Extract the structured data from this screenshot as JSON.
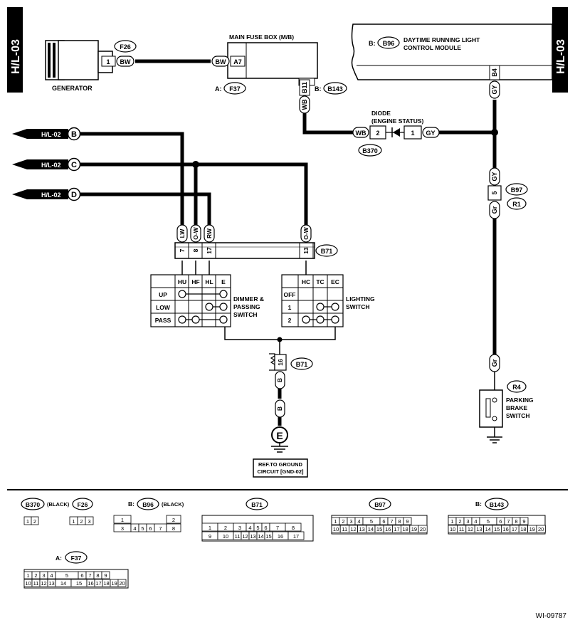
{
  "page": {
    "side_tab_left": "H/L-03",
    "side_tab_right": "H/L-03",
    "figure_id": "WI-09787"
  },
  "components": {
    "generator": {
      "label": "GENERATOR",
      "connector": "F26",
      "pin": "1",
      "wire": "BW"
    },
    "fuse_box": {
      "title": "MAIN FUSE BOX (M/B)",
      "a_prefix": "A:",
      "a_connector": "F37",
      "a_pin": "A7",
      "a_wire": "BW",
      "b_prefix": "B:",
      "b_connector": "B143",
      "b_pin": "B11",
      "b_wire": "WB"
    },
    "drl_module": {
      "prefix": "B:",
      "connector": "B96",
      "title_line1": "DAYTIME RUNNING LIGHT",
      "title_line2": "CONTROL MODULE",
      "pin": "B4",
      "wire": "GY"
    },
    "diode": {
      "title_line1": "DIODE",
      "title_line2": "(ENGINE STATUS)",
      "connector": "B370",
      "pin_left": "2",
      "wire_left": "WB",
      "pin_right": "1",
      "wire_right": "GY"
    },
    "connector_b97": {
      "connector": "B97",
      "connector_alt": "R1",
      "wire_top": "GY",
      "pin": "5",
      "wire_bottom": "Gr"
    },
    "parking_brake": {
      "connector": "R4",
      "wire": "Gr",
      "label_line1": "PARKING",
      "label_line2": "BRAKE",
      "label_line3": "SWITCH"
    },
    "offpage": [
      {
        "ref": "H/L-02",
        "letter": "B"
      },
      {
        "ref": "H/L-02",
        "letter": "C"
      },
      {
        "ref": "H/L-02",
        "letter": "D"
      }
    ],
    "b71": {
      "connector": "B71",
      "pins": [
        {
          "pin": "7",
          "wire": "LW"
        },
        {
          "pin": "8",
          "wire": "O-W"
        },
        {
          "pin": "17",
          "wire": "RW"
        },
        {
          "pin": "13",
          "wire": "O-W"
        }
      ],
      "ground_pin": "16",
      "ground_wire": "B",
      "ground_wire2": "B"
    },
    "dimmer_switch": {
      "label_line1": "DIMMER &",
      "label_line2": "PASSING",
      "label_line3": "SWITCH",
      "columns": [
        "HU",
        "HF",
        "HL",
        "E"
      ],
      "rows": [
        "UP",
        "LOW",
        "PASS"
      ]
    },
    "lighting_switch": {
      "label_line1": "LIGHTING",
      "label_line2": "SWITCH",
      "columns": [
        "HC",
        "TC",
        "EC"
      ],
      "rows": [
        "OFF",
        "1",
        "2"
      ]
    },
    "ground": {
      "symbol": "E",
      "ref_line1": "REF.TO GROUND",
      "ref_line2": "CIRCUIT [GND-02]"
    }
  },
  "connector_legend": {
    "b370": {
      "name": "B370",
      "color": "(BLACK)",
      "pins": [
        "1",
        "2"
      ]
    },
    "f26": {
      "name": "F26",
      "pins": [
        "1",
        "2",
        "3"
      ]
    },
    "b96": {
      "prefix": "B:",
      "name": "B96",
      "color": "(BLACK)",
      "row1": [
        "1",
        "2"
      ],
      "row2": [
        "3",
        "4",
        "5",
        "6",
        "7",
        "8"
      ]
    },
    "b71": {
      "name": "B71",
      "row1": [
        "1",
        "2",
        "3",
        "4",
        "5",
        "6",
        "7",
        "8"
      ],
      "row2": [
        "9",
        "10",
        "11",
        "12",
        "13",
        "14",
        "15",
        "16",
        "17"
      ]
    },
    "b97": {
      "name": "B97",
      "row1": [
        "1",
        "2",
        "3",
        "4",
        "5",
        "6",
        "7",
        "8",
        "9"
      ],
      "row2": [
        "10",
        "11",
        "12",
        "13",
        "14",
        "15",
        "16",
        "17",
        "18",
        "19",
        "20"
      ]
    },
    "b143": {
      "prefix": "B:",
      "name": "B143",
      "row1": [
        "1",
        "2",
        "3",
        "4",
        "5",
        "6",
        "7",
        "8",
        "9"
      ],
      "row2": [
        "10",
        "11",
        "12",
        "13",
        "14",
        "15",
        "16",
        "17",
        "18",
        "19",
        "20"
      ]
    },
    "f37": {
      "prefix": "A:",
      "name": "F37",
      "row1": [
        "1",
        "2",
        "3",
        "4",
        "5",
        "6",
        "7",
        "8",
        "9"
      ],
      "row2": [
        "10",
        "11",
        "12",
        "13",
        "14",
        "15",
        "16",
        "17",
        "18",
        "19",
        "20"
      ]
    }
  }
}
